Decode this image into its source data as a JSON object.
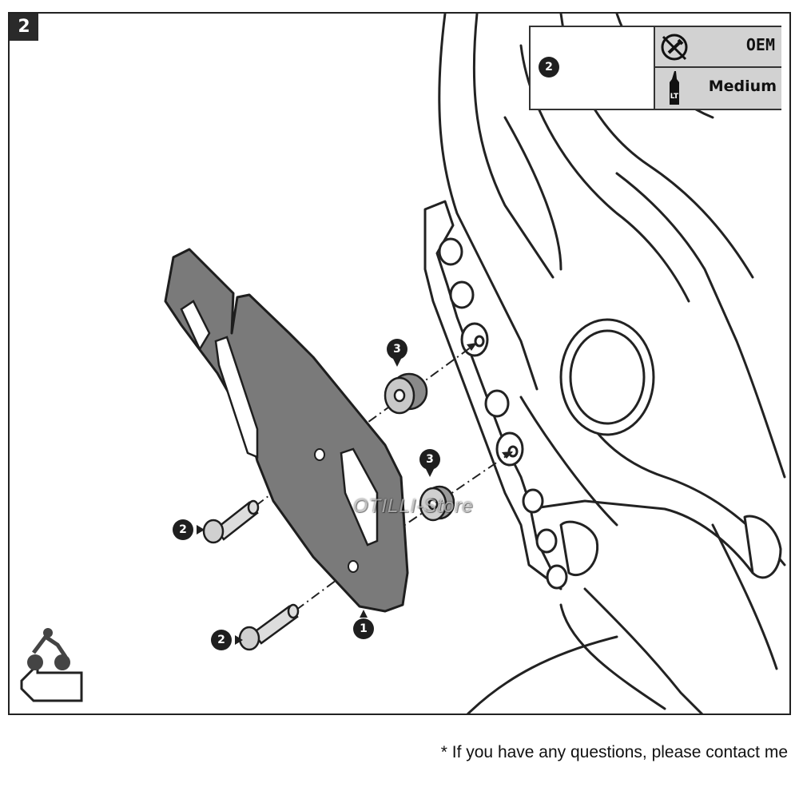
{
  "step": {
    "number": "2"
  },
  "legend": {
    "part_number": "2",
    "torque_label": "OEM",
    "threadlock_label": "Medium",
    "torque_icon": "torque-wrench-icon",
    "threadlock_icon": "threadlocker-bottle-icon",
    "threadlock_bottle_text": "LT"
  },
  "callouts": {
    "plate": "1",
    "bolt_upper": "2",
    "bolt_lower": "2",
    "spacer_upper": "3",
    "spacer_lower": "3"
  },
  "watermark": "OTILLI-Store",
  "footnote": "* If you have any questions, please contact me",
  "colors": {
    "plate_fill": "#7a7a7a",
    "badge_fill": "#2a2a2a",
    "legend_cell": "#d2d2d2"
  }
}
